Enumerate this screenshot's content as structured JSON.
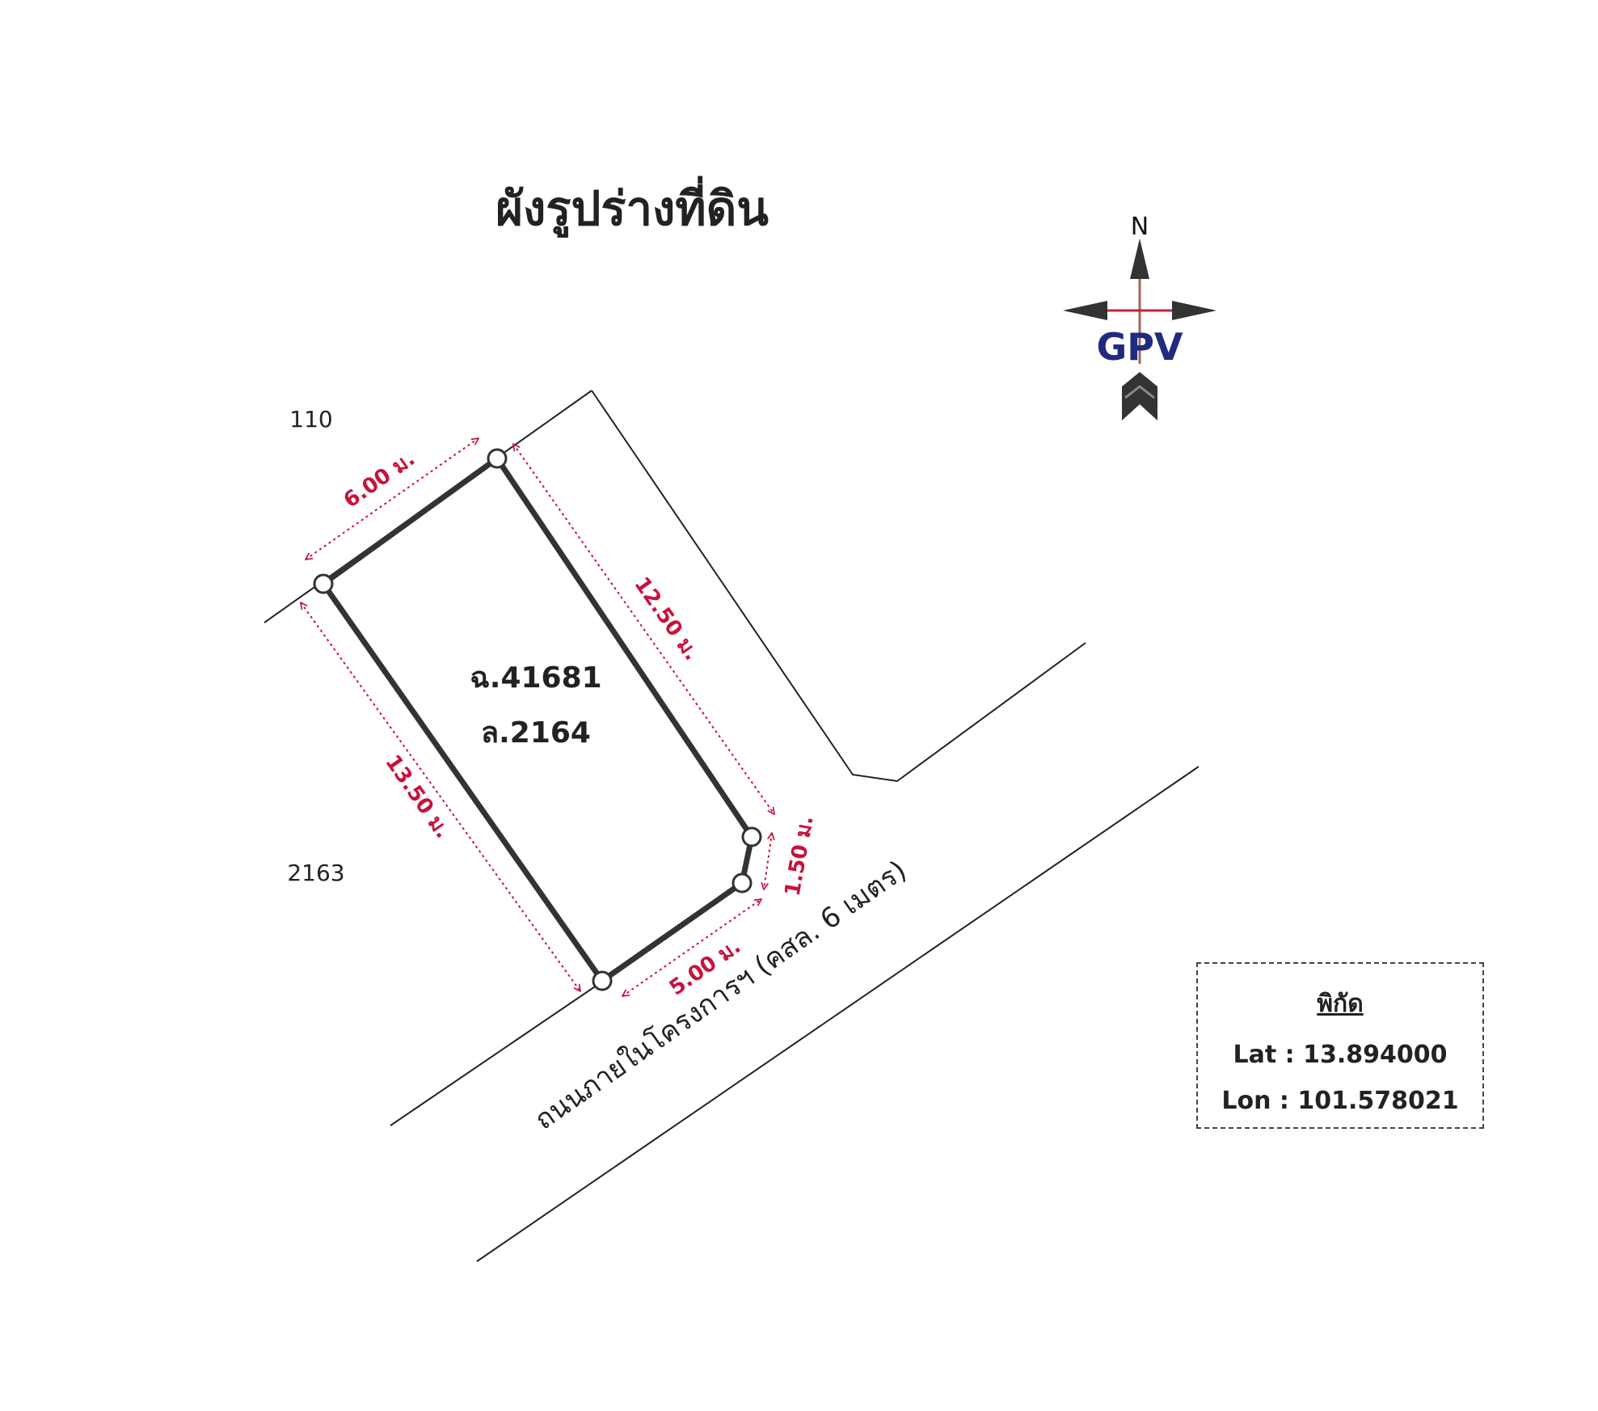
{
  "title": "ผังรูปร่างที่ดิน",
  "compass": {
    "north_label": "N",
    "logo_text": "GPV",
    "colors": {
      "arrow": "#333333",
      "bar": "#cc2233",
      "logo": "#1f2a80"
    }
  },
  "parcel": {
    "deed_label": "ฉ.41681",
    "lot_label": "ล.2164"
  },
  "neighbors": [
    {
      "label": "110"
    },
    {
      "label": "2163"
    }
  ],
  "dimensions": [
    {
      "label": "6.00 ม."
    },
    {
      "label": "12.50 ม."
    },
    {
      "label": "13.50 ม."
    },
    {
      "label": "1.50 ม."
    },
    {
      "label": "5.00 ม."
    }
  ],
  "road": {
    "label": "ถนนภายในโครงการฯ (คสล. 6 เมตร)"
  },
  "coordinates": {
    "heading": "พิกัด",
    "lat_text": "Lat : 13.894000",
    "lon_text": "Lon : 101.578021"
  },
  "colors": {
    "boundary": "#333333",
    "dimension": "#c8123c",
    "line": "#222222"
  }
}
